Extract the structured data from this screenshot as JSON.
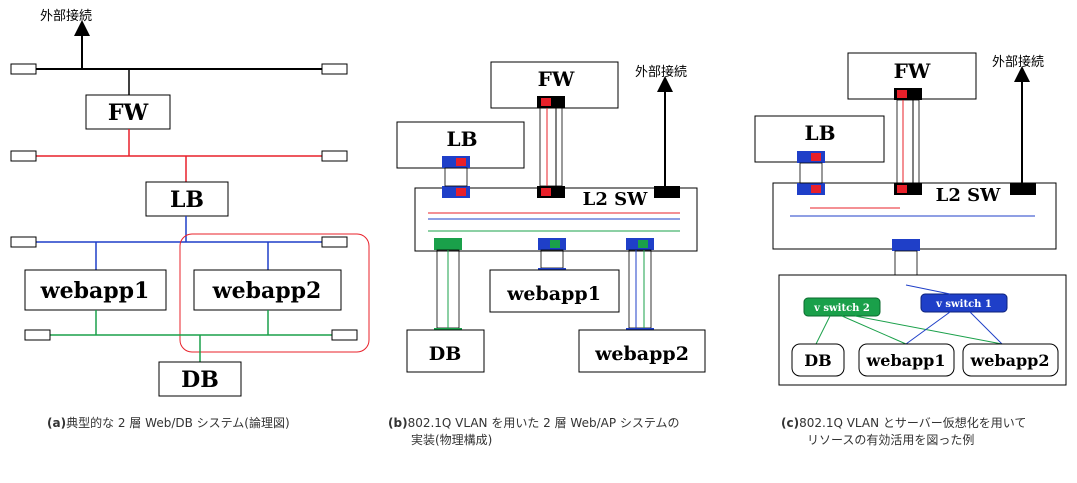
{
  "panel_a": {
    "external": "外部接続",
    "fw": "FW",
    "lb": "LB",
    "webapp1": "webapp1",
    "webapp2": "webapp2",
    "db": "DB",
    "caption_label": "(a)",
    "caption": "典型的な 2 層 Web/DB システム(論理図)"
  },
  "panel_b": {
    "external": "外部接続",
    "fw": "FW",
    "lb": "LB",
    "l2sw": "L2 SW",
    "webapp1": "webapp1",
    "webapp2": "webapp2",
    "db": "DB",
    "caption_label": "(b)",
    "caption_line1": "802.1Q VLAN を用いた 2 層 Web/AP システムの",
    "caption_line2": "実装(物理構成)"
  },
  "panel_c": {
    "external": "外部接続",
    "fw": "FW",
    "lb": "LB",
    "l2sw": "L2 SW",
    "vswitch2": "v switch 2",
    "vswitch1": "v switch 1",
    "db": "DB",
    "webapp1": "webapp1",
    "webapp2": "webapp2",
    "caption_label": "(c)",
    "caption_line1": "802.1Q VLAN とサーバー仮想化を用いて",
    "caption_line2": "リソースの有効活用を図った例"
  },
  "colors": {
    "red": "#e8202a",
    "blue": "#1f3fc8",
    "green": "#1aa04a",
    "black": "#000000"
  }
}
